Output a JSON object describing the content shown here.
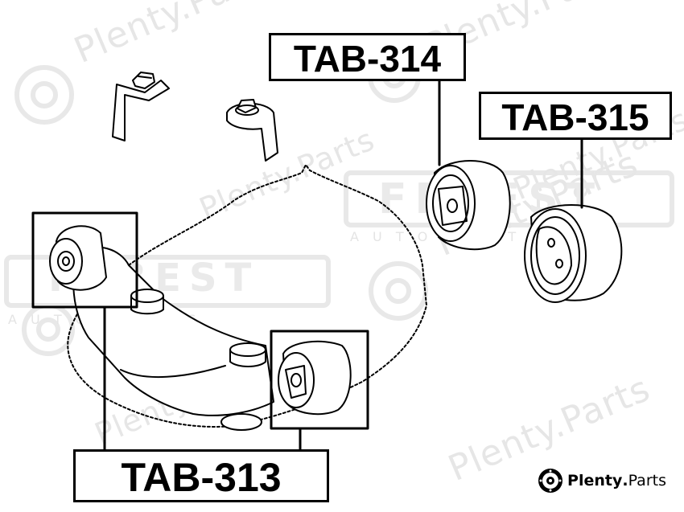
{
  "watermark": {
    "text": "Plenty.Parts",
    "brand_word": "FEBEST",
    "sub_letters": "A U T O   P A R T S",
    "color": "#e6e6e6"
  },
  "labels": {
    "tab_314": "TAB-314",
    "tab_315": "TAB-315",
    "tab_313": "TAB-313"
  },
  "brand": {
    "name_bold": "Plenty",
    "separator": ".",
    "name_light": "Parts"
  },
  "colors": {
    "line": "#000000",
    "background": "#ffffff",
    "watermark": "#e6e6e6"
  }
}
